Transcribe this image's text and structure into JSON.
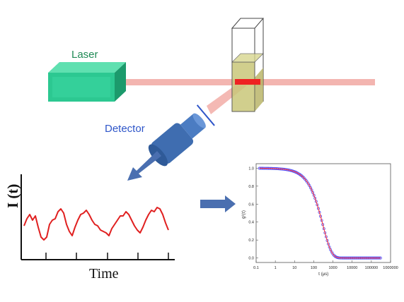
{
  "labels": {
    "laser": "Laser",
    "detector": "Detector",
    "intensity_axis": "I (t)",
    "time_axis": "Time"
  },
  "colors": {
    "laser_body": "#27c08a",
    "beam": "#f3b5b0",
    "cuvette_sample": "#c9c77a",
    "detector_body": "#3f6db0",
    "signal_trace": "#e02020",
    "arrow": "#4a6fb0",
    "fit_line": "#ff3b3b",
    "fit_points": "#4848ff"
  },
  "chart_data": {
    "type": "scatter",
    "title": "",
    "xlabel": "τ (μs)",
    "ylabel": "g¹(τ)",
    "xscale": "log",
    "xlim": [
      0.1,
      1000000
    ],
    "ylim": [
      -0.05,
      1.05
    ],
    "x_ticks": [
      "0.1",
      "1",
      "10",
      "100",
      "1000",
      "10000",
      "100000",
      "1000000"
    ],
    "y_ticks": [
      "0.0",
      "0.2",
      "0.4",
      "0.6",
      "0.8",
      "1.0"
    ],
    "grid": false,
    "model": "g = exp(-(tau/tau_c)^0.95)",
    "tau_c": 300,
    "series": [
      {
        "kind": "points",
        "color": "#4848ff",
        "x_range": [
          0.15,
          300000
        ],
        "n": 110
      },
      {
        "kind": "line",
        "color": "#ff3b3b",
        "x_range": [
          0.15,
          300000
        ]
      }
    ]
  }
}
